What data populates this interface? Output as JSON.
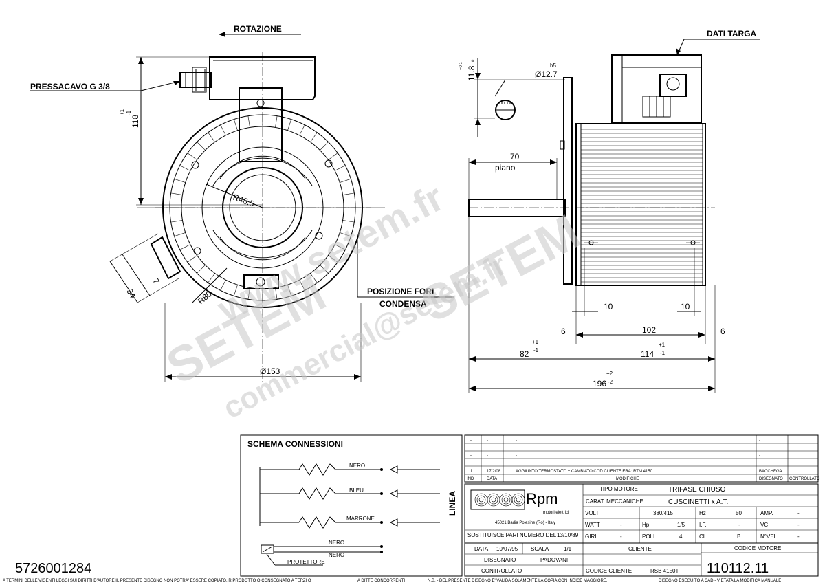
{
  "labels": {
    "rotazione": "ROTAZIONE",
    "pressacavo": "PRESSACAVO G 3/8",
    "dati_targa": "DATI TARGA",
    "posizione_fori": "POSIZIONE FORI",
    "condensa": "CONDENSA",
    "piano": "piano",
    "schema_title": "SCHEMA CONNESSIONI",
    "linea": "LINEA",
    "protettore": "PROTETTORE",
    "drawing_number": "5726001284"
  },
  "dimensions": {
    "d118": "118",
    "d118_tol_p": "+1",
    "d118_tol_m": "-1",
    "r485": "R48.5",
    "r80": "R80",
    "d34": "34",
    "d7": "7",
    "d153": "Ø153",
    "d118_shaft": "11.8",
    "d118_shaft_tol_p": "+0.1",
    "d118_shaft_tol_m": "0",
    "d127": "Ø12.7",
    "h5": "h5",
    "d70": "70",
    "d10a": "10",
    "d10b": "10",
    "d6a": "6",
    "d6b": "6",
    "d102": "102",
    "d82": "82",
    "d82_tol_p": "+1",
    "d82_tol_m": "-1",
    "d114": "114",
    "d114_tol_p": "+1",
    "d114_tol_m": "-1",
    "d196": "196",
    "d196_tol_p": "+2",
    "d196_tol_m": "-2"
  },
  "wires": [
    "NERO",
    "BLEU",
    "MARRONE"
  ],
  "protector_wires": [
    "NERO",
    "NERO"
  ],
  "revisions": {
    "rows": [
      {
        "ind": "-",
        "data": "-",
        "mod": "-",
        "dis": "-",
        "ctrl": ""
      },
      {
        "ind": "-",
        "data": "-",
        "mod": "-",
        "dis": "-",
        "ctrl": ""
      },
      {
        "ind": "-",
        "data": "-",
        "mod": "-",
        "dis": "-",
        "ctrl": ""
      },
      {
        "ind": "-",
        "data": "-",
        "mod": "-",
        "dis": "-",
        "ctrl": ""
      },
      {
        "ind": "1",
        "data": "17/2/08",
        "mod": "AGGIUNTO TERMOSTATO + CAMBIATO COD.CLIENTE ERA: RTM 4150",
        "dis": "BACCHEGA",
        "ctrl": ""
      }
    ],
    "headers": {
      "ind": "IND",
      "data": "DATA",
      "mod": "MODIFICHE",
      "dis": "DISEGNATO",
      "ctrl": "CONTROLLATO"
    }
  },
  "company": {
    "logo": "Rpm",
    "sub": "motori elettrici",
    "address": "45021 Badia Polesine (Ro) - Italy"
  },
  "specs": {
    "tipo_motore_lbl": "TIPO MOTORE",
    "tipo_motore": "TRIFASE CHIUSO",
    "carat_lbl": "CARAT. MECCANICHE",
    "carat": "CUSCINETTI x A.T.",
    "volt_lbl": "VOLT",
    "volt": "380/415",
    "hz_lbl": "Hz",
    "hz": "50",
    "amp_lbl": "AMP.",
    "amp": "-",
    "watt_lbl": "WATT",
    "watt": "-",
    "hp_lbl": "Hp",
    "hp": "1/5",
    "if_lbl": "I.F.",
    "if": "-",
    "vc_lbl": "VC",
    "vc": "-",
    "giri_lbl": "GIRI",
    "giri": "-",
    "poli_lbl": "POLI",
    "poli": "4",
    "cl_lbl": "CL.",
    "cl": "B",
    "nvel_lbl": "N°VEL",
    "nvel": "-"
  },
  "titleblock": {
    "sostituisce_lbl": "SOSTITUISCE PARI NUMERO DEL",
    "sostituisce": "13/10/89",
    "data_lbl": "DATA",
    "data": "10/07/95",
    "scala_lbl": "SCALA",
    "scala": "1/1",
    "disegnato_lbl": "DISEGNATO",
    "disegnato": "PADOVANI",
    "controllato_lbl": "CONTROLLATO",
    "cliente_lbl": "CLIENTE",
    "codice_cliente_lbl": "CODICE CLIENTE",
    "codice_cliente": "RSB 4150T",
    "codice_motore_lbl": "CODICE MOTORE",
    "codice_motore": "110112.11"
  },
  "footer": {
    "left": "A TERMINI DELLE VIGENTI LEGGI SUI DIRITTI D'AUTORE IL PRESENTE DISEGNO NON POTRA' ESSERE COPIATO, RIPRODOTTO O CONSEGNATO A TERZI O",
    "mid": "A DITTE CONCORRENTI",
    "nb": "N.B. - DEL PRESENTE DISEGNO E' VALIDA SOLAMENTE LA COPIA CON INDICE MAGGIORE.",
    "right": "DISEGNO ESEGUITO A CAD - VIETATA LA MODIFICA MANUALE"
  },
  "watermark": {
    "a": "www.setem.fr",
    "b": "SETEM",
    "c": "SETEM",
    "d": "commercial@setem.fr"
  }
}
